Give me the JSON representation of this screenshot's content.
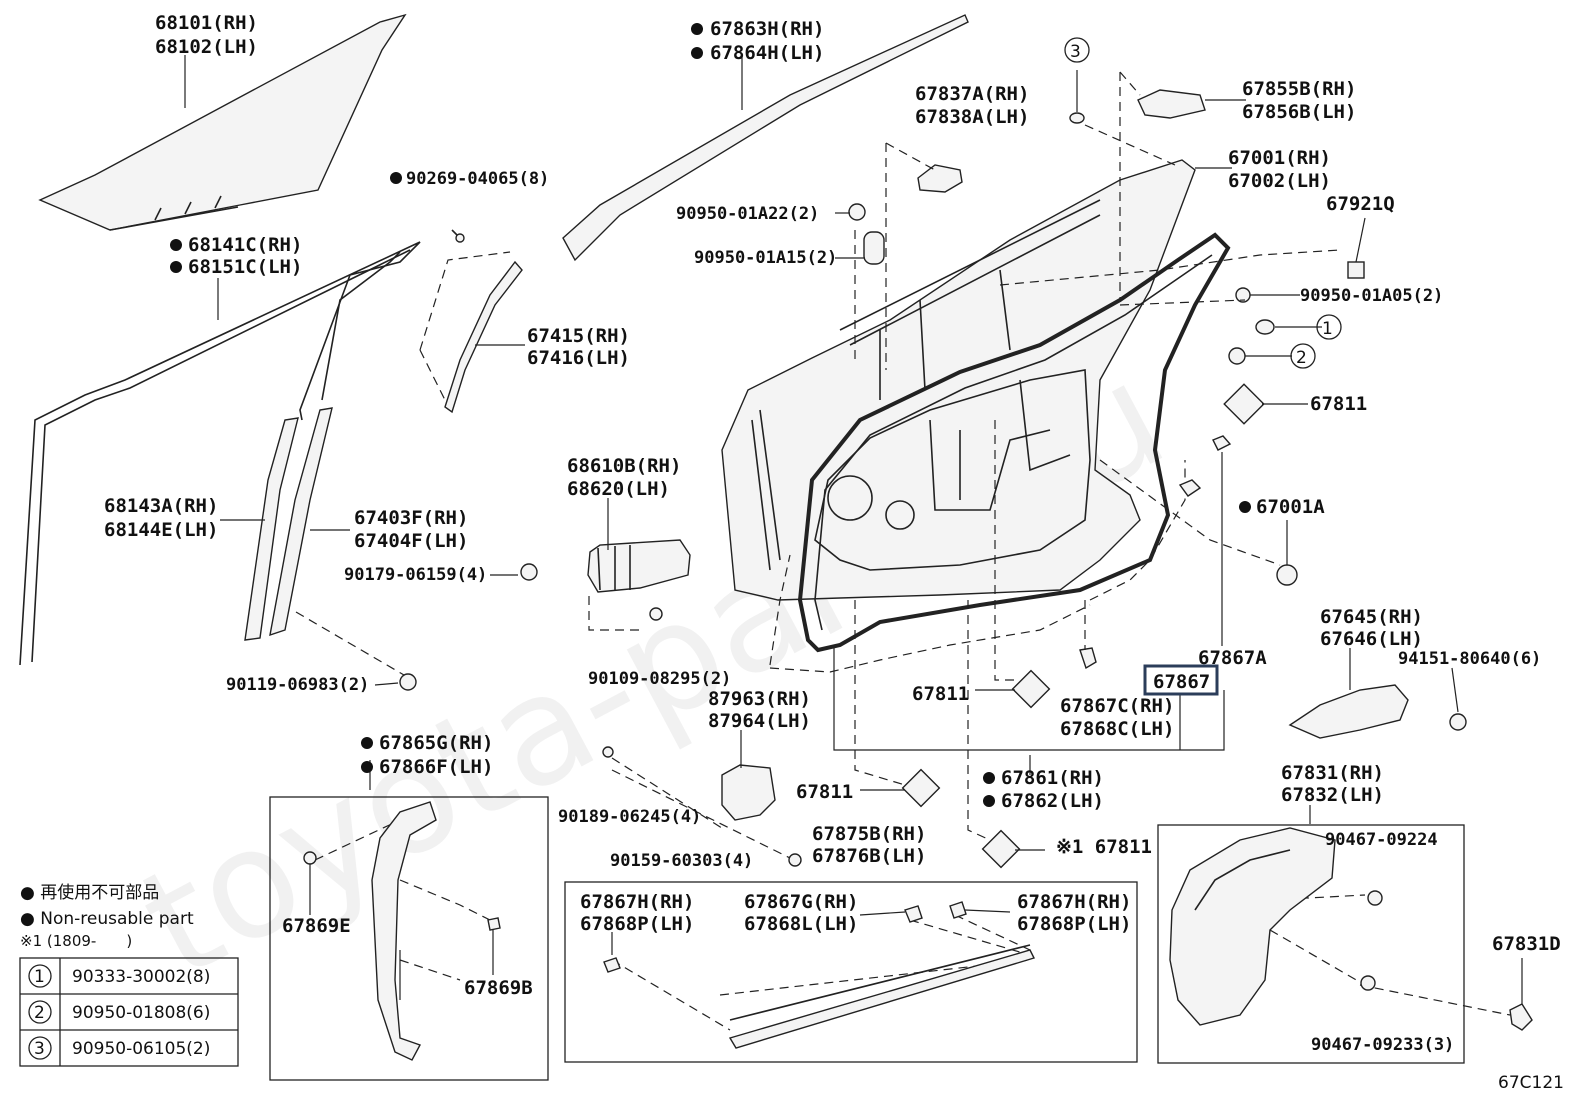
{
  "diagram_code": "67C121",
  "watermark": "toyota-parts.ru",
  "labels": {
    "p68101": "68101(RH)",
    "p68102": "68102(LH)",
    "p67863": "67863H(RH)",
    "p67864": "67864H(LH)",
    "p90269": "90269-04065(8)",
    "p68141": "68141C(RH)",
    "p68151": "68151C(LH)",
    "p67415": "67415(RH)",
    "p67416": "67416(LH)",
    "p68143": "68143A(RH)",
    "p68144": "68144E(LH)",
    "p67403": "67403F(RH)",
    "p67404": "67404F(LH)",
    "p90179": "90179-06159(4)",
    "p90119": "90119-06983(2)",
    "p68610": "68610B(RH)",
    "p68620": "68620(LH)",
    "p90109": "90109-08295(2)",
    "p67837": "67837A(RH)",
    "p67838": "67838A(LH)",
    "p90950a22": "90950-01A22(2)",
    "p90950a15": "90950-01A15(2)",
    "c3": "3",
    "p67855": "67855B(RH)",
    "p67856": "67856B(LH)",
    "p67001": "67001(RH)",
    "p67002": "67002(LH)",
    "p67921": "67921Q",
    "p90950a05": "90950-01A05(2)",
    "c1": "1",
    "c2": "2",
    "p67811a": "67811",
    "p67001a": "67001A",
    "p67645": "67645(RH)",
    "p67646": "67646(LH)",
    "p94151": "94151-80640(6)",
    "p67867a": "67867A",
    "p67867": "67867",
    "p67811b": "67811",
    "p67867c": "67867C(RH)",
    "p67868c": "67868C(LH)",
    "p87963": "87963(RH)",
    "p87964": "87964(LH)",
    "p67811c": "67811",
    "p67861": "67861(RH)",
    "p67862": "67862(LH)",
    "p67811d": "※1 67811",
    "p67865": "67865G(RH)",
    "p67866": "67866F(LH)",
    "p90189": "90189-06245(4)",
    "p90159": "90159-60303(4)",
    "p67875": "67875B(RH)",
    "p67876": "67876B(LH)",
    "p67831": "67831(RH)",
    "p67832": "67832(LH)",
    "p90467a": "90467-09224",
    "p90467b": "90467-09233(3)",
    "p67831d": "67831D",
    "p67869e": "67869E",
    "p67869b": "67869B",
    "p67867h1": "67867H(RH)",
    "p67868p1": "67868P(LH)",
    "p67867g": "67867G(RH)",
    "p67868l": "67868L(LH)",
    "p67867h2": "67867H(RH)",
    "p67868p2": "67868P(LH)"
  },
  "legend": {
    "ja": "● 再使用不可部品",
    "en": "● Non-reusable part",
    "note": "※1 (1809-　　)",
    "table": [
      {
        "key": "1",
        "value": "90333-30002(8)"
      },
      {
        "key": "2",
        "value": "90950-01808(6)"
      },
      {
        "key": "3",
        "value": "90950-06105(2)"
      }
    ]
  }
}
